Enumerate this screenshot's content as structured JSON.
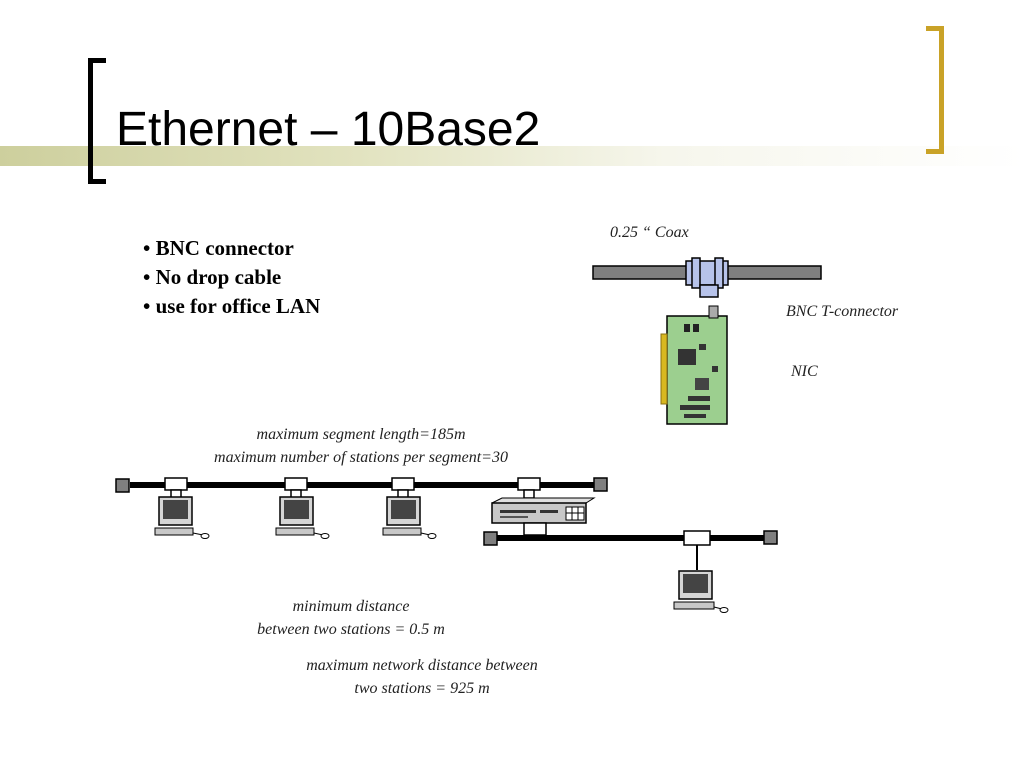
{
  "slide": {
    "title": "Ethernet – 10Base2"
  },
  "bullets": [
    "• BNC connector",
    "• No drop cable",
    "• use for office LAN"
  ],
  "labels": {
    "coax": "0.25 “ Coax",
    "bnc_t": "BNC  T-connector",
    "nic": "NIC",
    "segment_length": "maximum segment length=185m",
    "stations_per_segment": "maximum number of stations per segment=30",
    "min_distance_1": "minimum distance",
    "min_distance_2": "between two stations = 0.5 m",
    "max_distance_1": "maximum network distance between",
    "max_distance_2": "two stations = 925 m"
  },
  "colors": {
    "accent_bracket": "#c9a227",
    "left_bracket": "#000000",
    "coax": "#7f7f7f",
    "t_connector": "#b7c3ea",
    "nic_board": "#9ccf8f"
  }
}
